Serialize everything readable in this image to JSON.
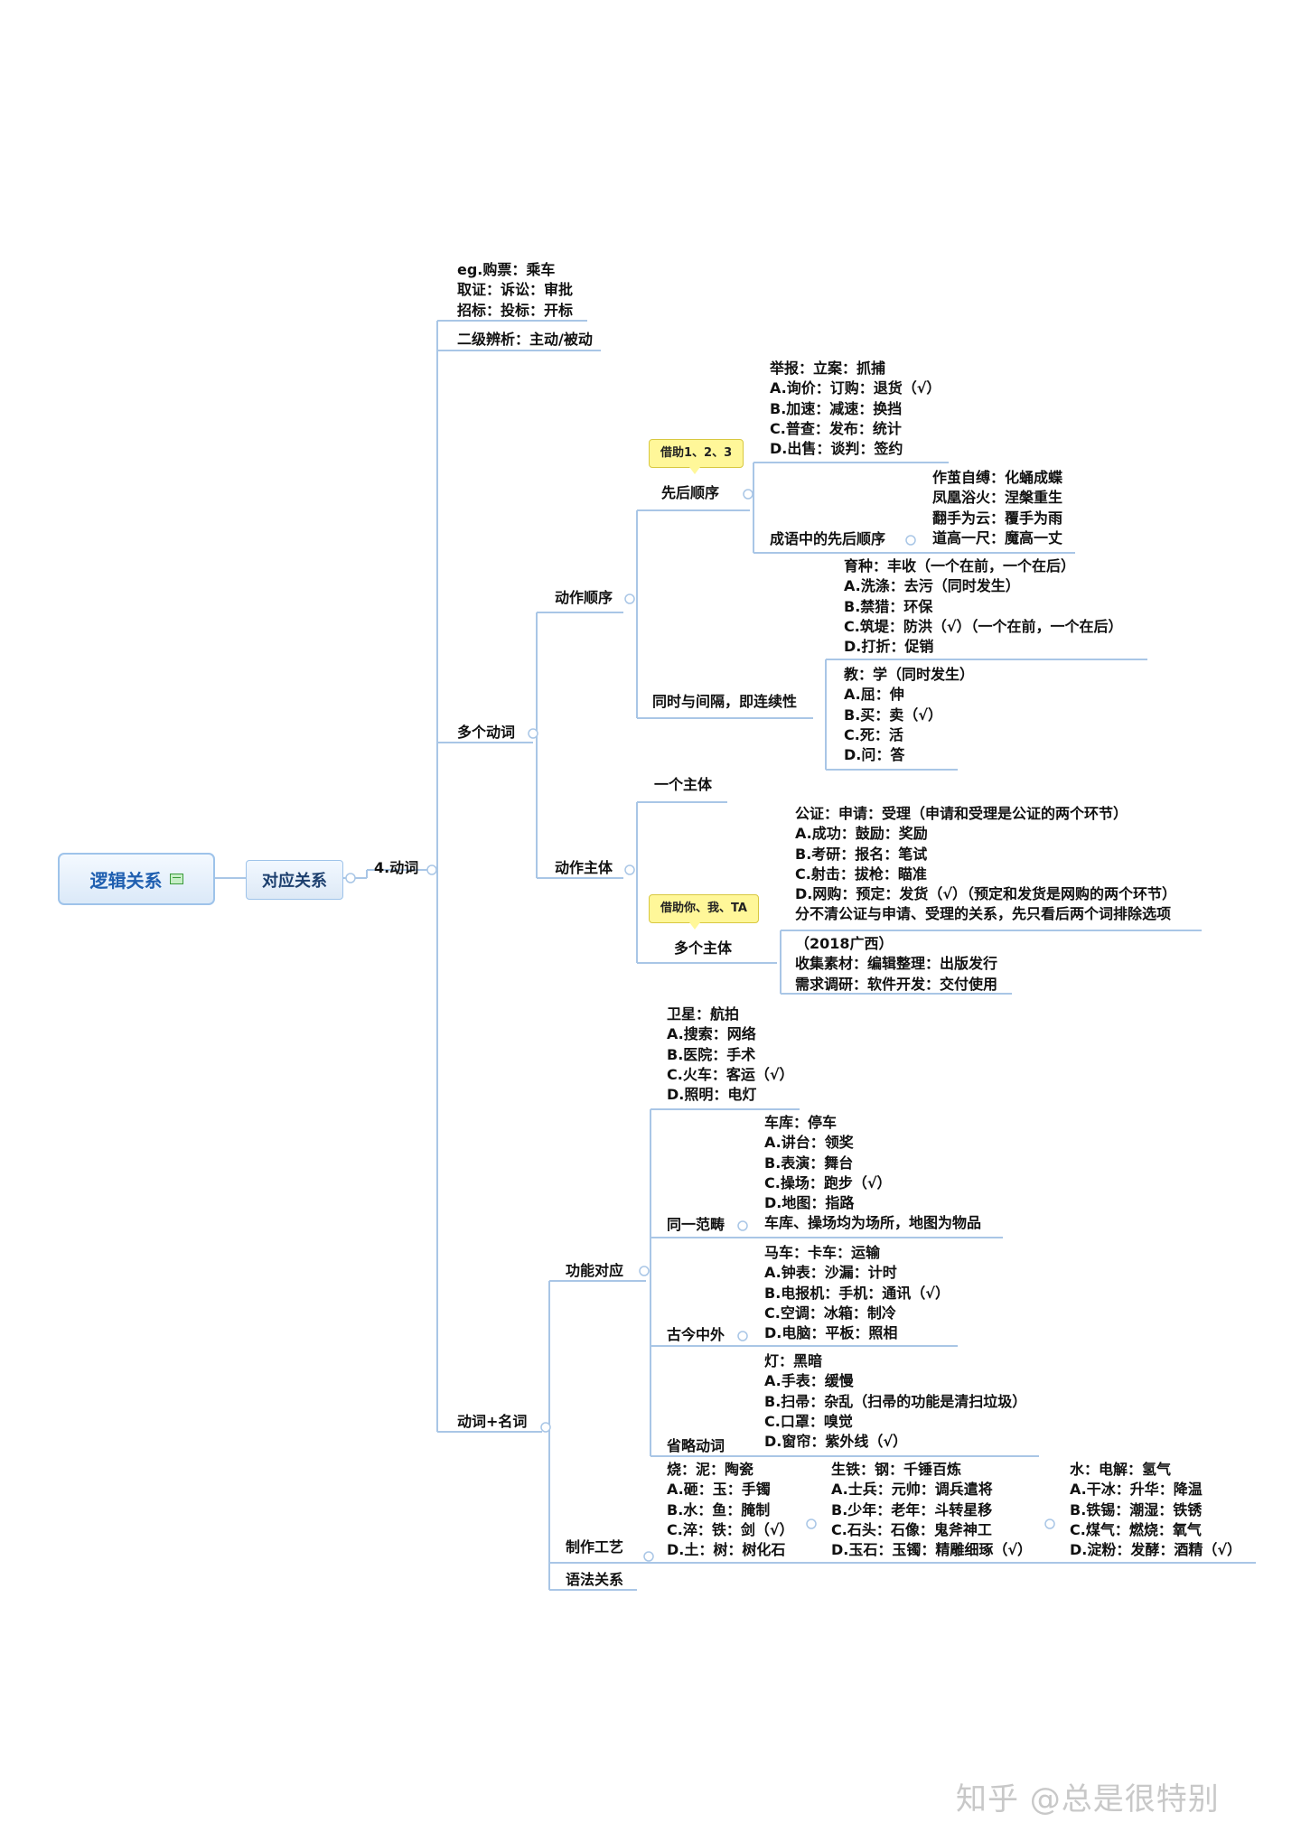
{
  "root": {
    "label": "逻辑关系",
    "note_icon": "note-icon"
  },
  "level1": {
    "label": "对应关系"
  },
  "level2": {
    "label": "4.动词"
  },
  "level3": {
    "top_examples": [
      "eg.购票：乘车",
      "取证：诉讼：审批",
      "招标：投标：开标"
    ],
    "secondary": "二级辨析：主动/被动",
    "multi_verbs": "多个动词",
    "verb_noun": "动词+名词"
  },
  "multi_verbs": {
    "action_order": "动作顺序",
    "action_subject": "动作主体",
    "sequence": "先后顺序",
    "sequence_callout": "借助1、2、3",
    "sequence_examples": [
      "举报：立案：抓捕",
      "A.询价：订购：退货（√）",
      "B.加速：减速：换挡",
      "C.普查：发布：统计",
      "D.出售：谈判：签约"
    ],
    "idiom_order": "成语中的先后顺序",
    "idioms": [
      "作茧自缚：化蛹成蝶",
      "凤凰浴火：涅槃重生",
      "翻手为云：覆手为雨",
      "道高一尺：魔高一丈"
    ],
    "sim_interval": "同时与间隔，即连续性",
    "sim_examples_1": [
      "育种：丰收（一个在前，一个在后）",
      "A.洗涤：去污（同时发生）",
      "B.禁猎：环保",
      "C.筑堤：防洪（√）（一个在前，一个在后）",
      "D.打折：促销"
    ],
    "sim_examples_2": [
      "教：学（同时发生）",
      "A.屈：伸",
      "B.买：卖（√）",
      "C.死：活",
      "D.问：答"
    ],
    "one_subject": "一个主体",
    "multi_subject": "多个主体",
    "multi_subject_callout": "借助你、我、TA",
    "subject_examples_1": [
      "公证：申请：受理（申请和受理是公证的两个环节）",
      "A.成功：鼓励：奖励",
      "B.考研：报名：笔试",
      "C.射击：拔枪：瞄准",
      "D.网购：预定：发货（√）（预定和发货是网购的两个环节）",
      "分不清公证与申请、受理的关系，先只看后两个词排除选项"
    ],
    "subject_examples_2": [
      "（2018广西）",
      "收集素材：编辑整理：出版发行",
      "需求调研：软件开发：交付使用"
    ]
  },
  "verb_noun": {
    "function": "功能对应",
    "function_examples": [
      "卫星：航拍",
      "A.搜索：网络",
      "B.医院：手术",
      "C.火车：客运（√）",
      "D.照明：电灯"
    ],
    "same_category": "同一范畴",
    "same_category_examples": [
      "车库：停车",
      "A.讲台：领奖",
      "B.表演：舞台",
      "C.操场：跑步（√）",
      "D.地图：指路",
      "车库、操场均为场所，地图为物品"
    ],
    "ancient_modern": "古今中外",
    "ancient_modern_examples": [
      "马车：卡车：运输",
      "A.钟表：沙漏：计时",
      "B.电报机：手机：通讯（√）",
      "C.空调：冰箱：制冷",
      "D.电脑：平板：照相"
    ],
    "omitted_verb": "省略动词",
    "omitted_verb_examples": [
      "灯：黑暗",
      "A.手表：缓慢",
      "B.扫帚：杂乱（扫帚的功能是清扫垃圾）",
      "C.口罩：嗅觉",
      "D.窗帘：紫外线（√）"
    ],
    "process": "制作工艺",
    "process_examples_1": [
      "烧：泥：陶瓷",
      "A.砸：玉：手镯",
      "B.水：鱼：腌制",
      "C.淬：铁：剑（√）",
      "D.土：树：树化石"
    ],
    "process_examples_2": [
      "生铁：钢：千锤百炼",
      "A.士兵：元帅：调兵遣将",
      "B.少年：老年：斗转星移",
      "C.石头：石像：鬼斧神工",
      "D.玉石：玉镯：精雕细琢（√）"
    ],
    "process_examples_3": [
      "水：电解：氢气",
      "A.干冰：升华：降温",
      "B.铁锡：潮湿：铁锈",
      "C.煤气：燃烧：氧气",
      "D.淀粉：发酵：酒精（√）"
    ],
    "grammar": "语法关系"
  },
  "watermark": "知乎 @总是很特别",
  "colors": {
    "line": "#a9c6e6",
    "root_text": "#1f5fb0",
    "callout": "#fff799"
  }
}
